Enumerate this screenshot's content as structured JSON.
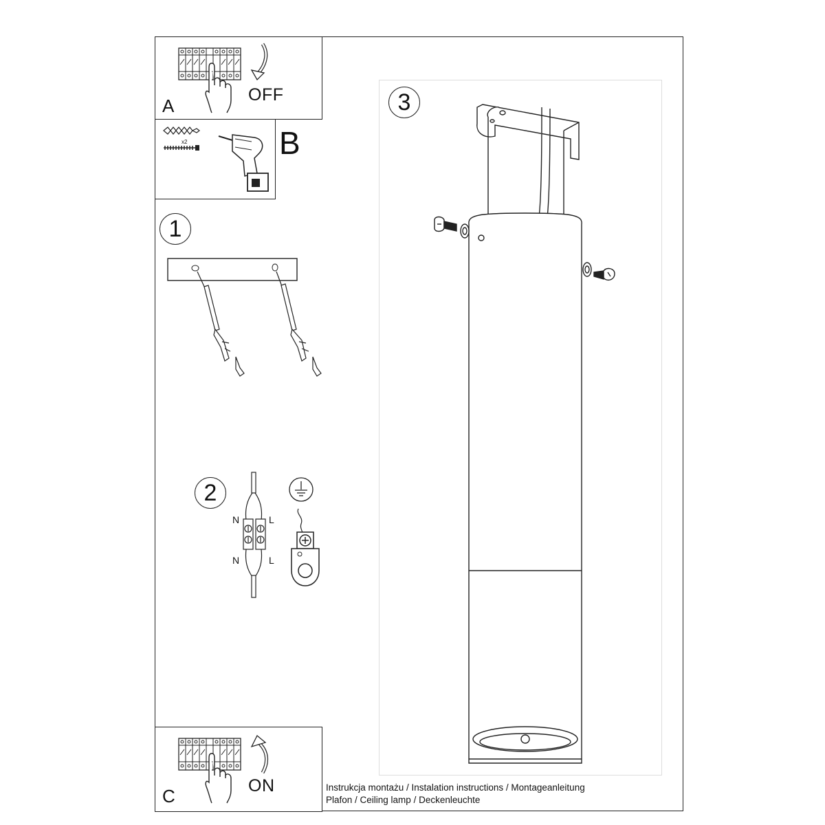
{
  "steps": {
    "a": {
      "letter": "A",
      "word": "OFF"
    },
    "b": {
      "letter": "B",
      "quantity": "x2"
    },
    "c": {
      "letter": "C",
      "word": "ON"
    },
    "one": {
      "number": "1"
    },
    "two": {
      "number": "2",
      "n_top": "N",
      "l_top": "L",
      "n_bottom": "N",
      "l_bottom": "L"
    },
    "three": {
      "number": "3"
    }
  },
  "footer": {
    "line1": "Instrukcja montażu / Instalation instructions / Montageanleitung",
    "line2": "Plafon / Ceiling lamp / Deckenleuchte"
  },
  "icons": [
    "breaker-panel-icon",
    "hand-icon",
    "arrow-down-icon",
    "arrow-up-icon",
    "drill-icon",
    "wall-plug-icon",
    "screw-icon",
    "ground-symbol-icon",
    "terminal-block-icon"
  ]
}
